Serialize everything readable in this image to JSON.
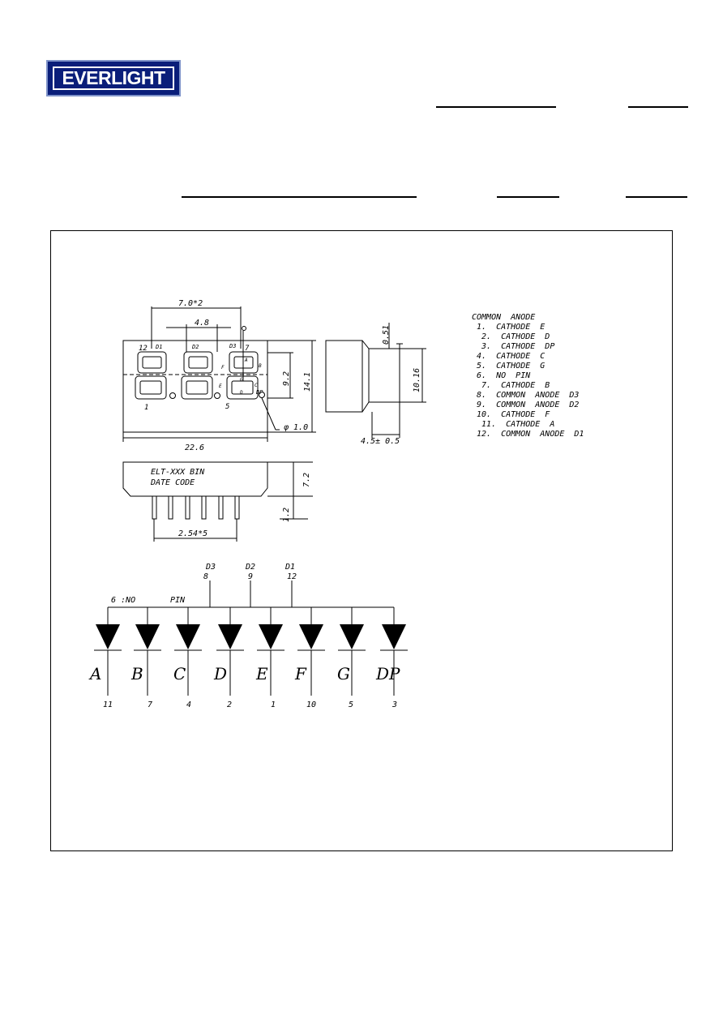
{
  "header": {
    "logo_text": "EVERLIGHT",
    "brand_color": "#0a1e7a"
  },
  "drawing": {
    "dimensions": {
      "pitch": "7.0*2",
      "digit_width": "4.8",
      "total_length": "22.6",
      "digit_height": "9.2",
      "total_height": "14.1",
      "dot_diameter": "φ 1.0",
      "pin_thickness": "0.51",
      "pin_length": "10.16",
      "side_depth": "4.5± 0.5",
      "pin_pitch": "2.54*5",
      "bottom_height": "7.2",
      "pin_stub": "1.2"
    },
    "front_labels": {
      "d1": "D1",
      "d2": "D2",
      "d3": "D3",
      "pin12": "12",
      "pin7": "7",
      "pin1": "1",
      "pin5": "5",
      "seg_a": "A",
      "seg_b": "B",
      "seg_c": "C",
      "seg_d": "D",
      "seg_e": "E",
      "seg_f": "F",
      "seg_g": "G",
      "seg_dp": "DP"
    },
    "bottom_label": {
      "line1": "ELT-XXX  BIN",
      "line2": "DATE        CODE"
    },
    "pin_list": [
      "COMMON  ANODE",
      " 1.  CATHODE  E",
      "  2.  CATHODE  D",
      "  3.  CATHODE  DP",
      " 4.  CATHODE  C",
      " 5.  CATHODE  G",
      " 6.  NO  PIN",
      "  7.  CATHODE  B",
      " 8.  COMMON  ANODE  D3",
      " 9.  COMMON  ANODE  D2",
      " 10.  CATHODE  F",
      "  11.  CATHODE  A",
      " 12.  COMMON  ANODE  D1"
    ],
    "circuit": {
      "no_pin_note": "6  :NO",
      "no_pin_note2": "PIN",
      "anodes": [
        {
          "name": "D3",
          "pin": "8"
        },
        {
          "name": "D2",
          "pin": "9"
        },
        {
          "name": "D1",
          "pin": "12"
        }
      ],
      "segments": [
        {
          "letter": "A",
          "pin": "11"
        },
        {
          "letter": "B",
          "pin": "7"
        },
        {
          "letter": "C",
          "pin": "4"
        },
        {
          "letter": "D",
          "pin": "2"
        },
        {
          "letter": "E",
          "pin": "1"
        },
        {
          "letter": "F",
          "pin": "10"
        },
        {
          "letter": "G",
          "pin": "5"
        },
        {
          "letter": "DP",
          "pin": "3"
        }
      ]
    }
  }
}
